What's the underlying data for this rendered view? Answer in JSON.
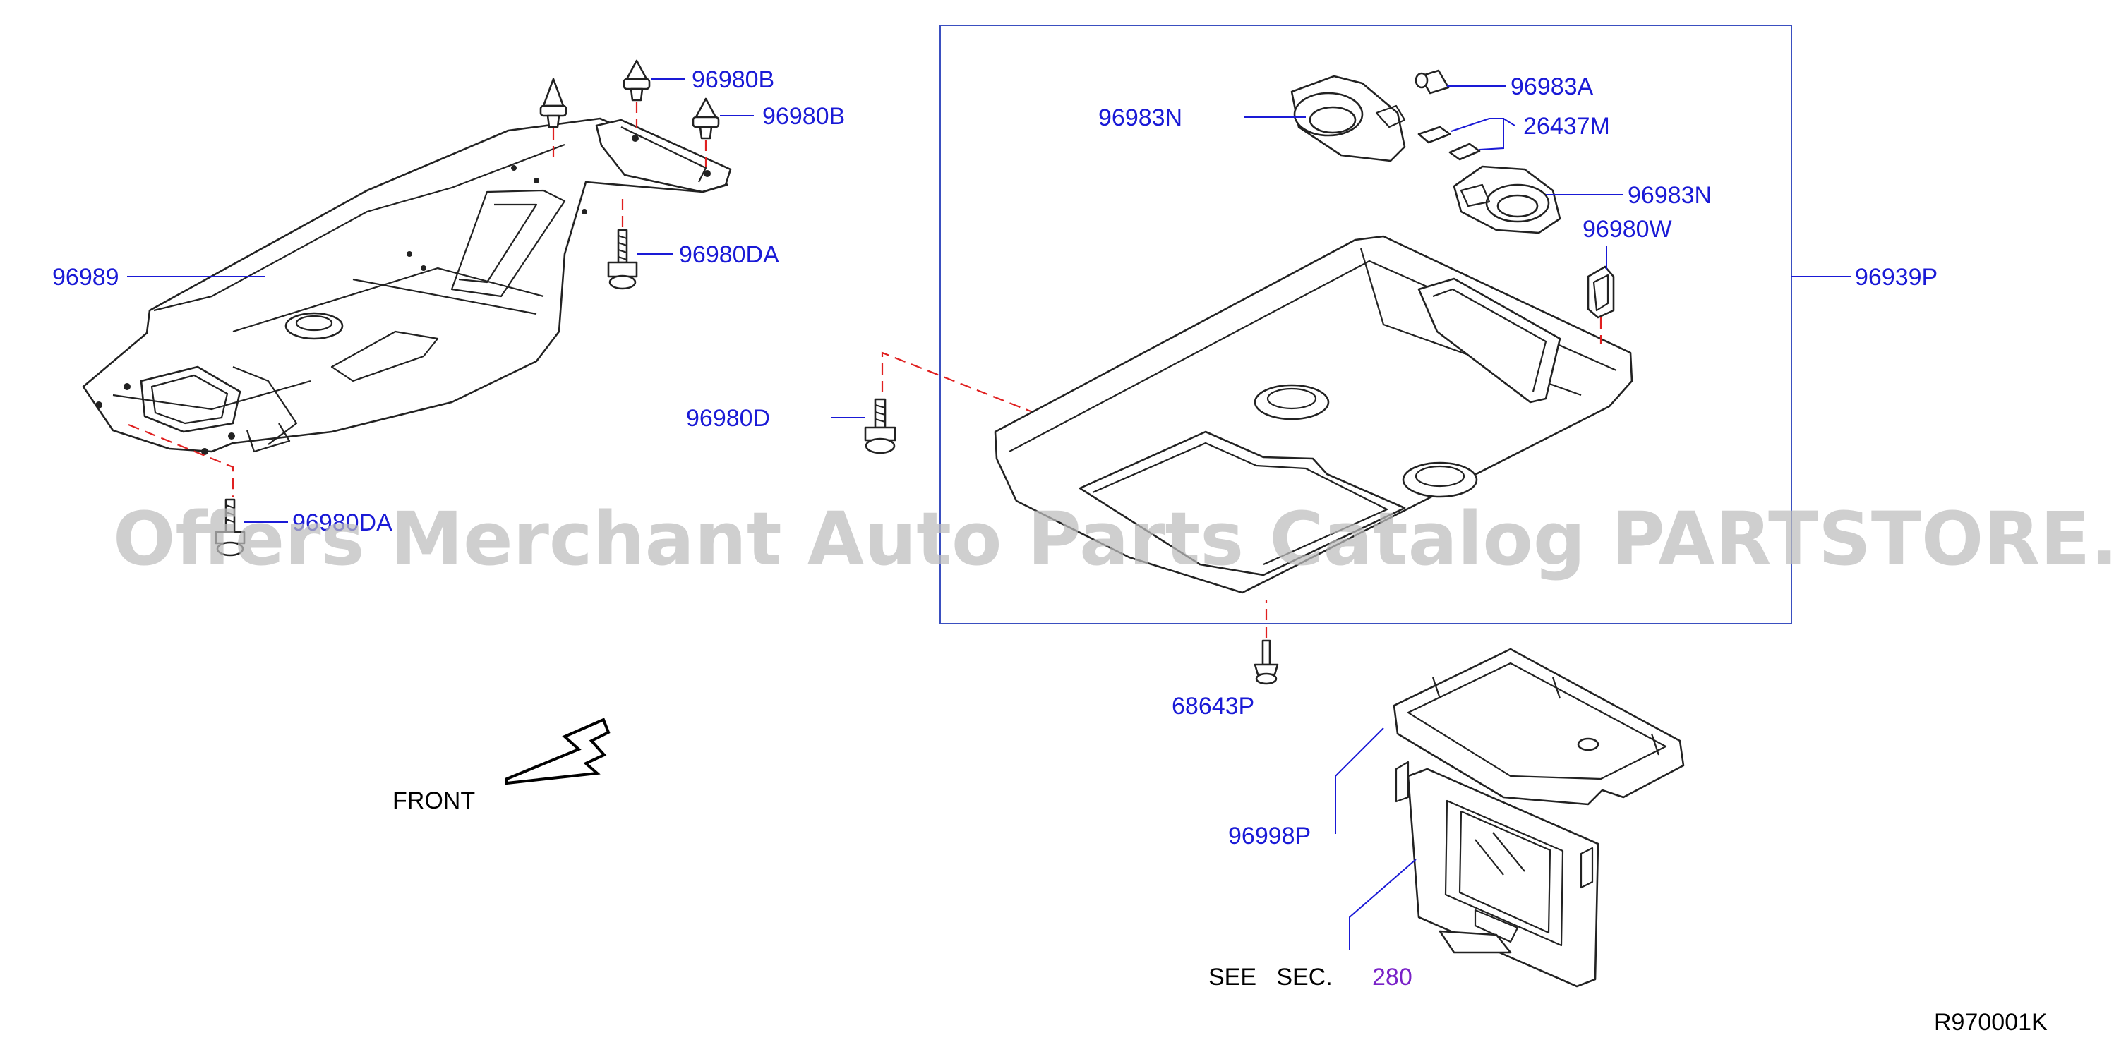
{
  "watermark": "Offers Merchant Auto Parts Catalog PARTSTORE.SA",
  "labels": {
    "p96989": "96989",
    "p96980b_1": "96980B",
    "p96980b_2": "96980B",
    "p96980da_top": "96980DA",
    "p96980da_bottom": "96980DA",
    "p96980d": "96980D",
    "p96983n_left": "96983N",
    "p96983a": "96983A",
    "p26437m": "26437M",
    "p96983n_right": "96983N",
    "p96980w": "96980W",
    "p96939p": "96939P",
    "p68643p": "68643P",
    "p96998p": "96998P"
  },
  "front_label": "FRONT",
  "see_sec": {
    "text": "SEE   SEC.",
    "number": "280"
  },
  "reference_code": "R970001K",
  "colors": {
    "part_number": "#1a1ad6",
    "section_link": "#7a22c8",
    "dashed_guide": "#e02020",
    "outline": "#222222",
    "frame": "#3a4fc0"
  },
  "icons": [
    "front-arrow-icon"
  ]
}
